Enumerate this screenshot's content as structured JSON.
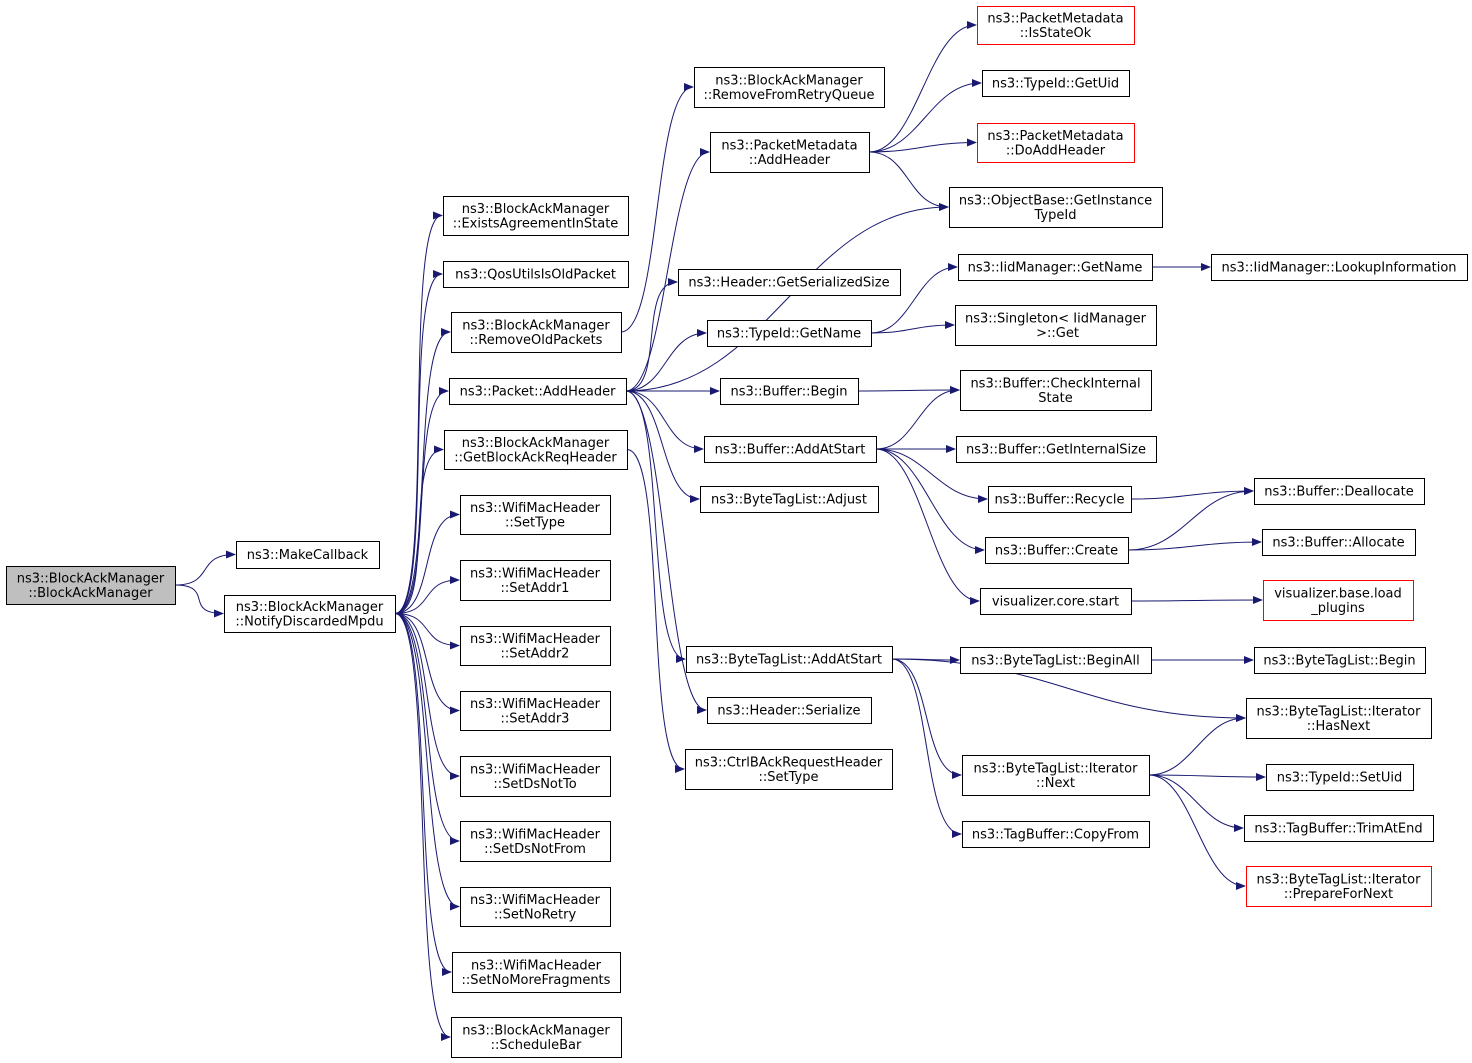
{
  "graph": {
    "nodes": [
      {
        "id": "n0",
        "lines": [
          "ns3::BlockAckManager",
          "::BlockAckManager"
        ],
        "style": "root"
      },
      {
        "id": "n1",
        "lines": [
          "ns3::MakeCallback"
        ],
        "style": "normal"
      },
      {
        "id": "n2",
        "lines": [
          "ns3::BlockAckManager",
          "::NotifyDiscardedMpdu"
        ],
        "style": "normal"
      },
      {
        "id": "n3",
        "lines": [
          "ns3::BlockAckManager",
          "::ExistsAgreementInState"
        ],
        "style": "normal"
      },
      {
        "id": "n4",
        "lines": [
          "ns3::QosUtilsIsOldPacket"
        ],
        "style": "normal"
      },
      {
        "id": "n5",
        "lines": [
          "ns3::BlockAckManager",
          "::RemoveOldPackets"
        ],
        "style": "normal"
      },
      {
        "id": "n6",
        "lines": [
          "ns3::Packet::AddHeader"
        ],
        "style": "normal"
      },
      {
        "id": "n7",
        "lines": [
          "ns3::BlockAckManager",
          "::GetBlockAckReqHeader"
        ],
        "style": "normal"
      },
      {
        "id": "n8",
        "lines": [
          "ns3::WifiMacHeader",
          "::SetType"
        ],
        "style": "normal"
      },
      {
        "id": "n9",
        "lines": [
          "ns3::WifiMacHeader",
          "::SetAddr1"
        ],
        "style": "normal"
      },
      {
        "id": "n10",
        "lines": [
          "ns3::WifiMacHeader",
          "::SetAddr2"
        ],
        "style": "normal"
      },
      {
        "id": "n11",
        "lines": [
          "ns3::WifiMacHeader",
          "::SetAddr3"
        ],
        "style": "normal"
      },
      {
        "id": "n12",
        "lines": [
          "ns3::WifiMacHeader",
          "::SetDsNotTo"
        ],
        "style": "normal"
      },
      {
        "id": "n13",
        "lines": [
          "ns3::WifiMacHeader",
          "::SetDsNotFrom"
        ],
        "style": "normal"
      },
      {
        "id": "n14",
        "lines": [
          "ns3::WifiMacHeader",
          "::SetNoRetry"
        ],
        "style": "normal"
      },
      {
        "id": "n15",
        "lines": [
          "ns3::WifiMacHeader",
          "::SetNoMoreFragments"
        ],
        "style": "normal"
      },
      {
        "id": "n16",
        "lines": [
          "ns3::BlockAckManager",
          "::ScheduleBar"
        ],
        "style": "normal"
      },
      {
        "id": "n17",
        "lines": [
          "ns3::BlockAckManager",
          "::RemoveFromRetryQueue"
        ],
        "style": "normal"
      },
      {
        "id": "n18",
        "lines": [
          "ns3::PacketMetadata",
          "::AddHeader"
        ],
        "style": "normal"
      },
      {
        "id": "n19",
        "lines": [
          "ns3::Header::GetSerializedSize"
        ],
        "style": "normal"
      },
      {
        "id": "n20",
        "lines": [
          "ns3::TypeId::GetName"
        ],
        "style": "normal"
      },
      {
        "id": "n21",
        "lines": [
          "ns3::Buffer::Begin"
        ],
        "style": "normal"
      },
      {
        "id": "n22",
        "lines": [
          "ns3::Buffer::AddAtStart"
        ],
        "style": "normal"
      },
      {
        "id": "n23",
        "lines": [
          "ns3::ByteTagList::Adjust"
        ],
        "style": "normal"
      },
      {
        "id": "n24",
        "lines": [
          "ns3::ByteTagList::AddAtStart"
        ],
        "style": "normal"
      },
      {
        "id": "n25",
        "lines": [
          "ns3::Header::Serialize"
        ],
        "style": "normal"
      },
      {
        "id": "n26",
        "lines": [
          "ns3::CtrlBAckRequestHeader",
          "::SetType"
        ],
        "style": "normal"
      },
      {
        "id": "n27",
        "lines": [
          "ns3::PacketMetadata",
          "::IsStateOk"
        ],
        "style": "red"
      },
      {
        "id": "n28",
        "lines": [
          "ns3::TypeId::GetUid"
        ],
        "style": "normal"
      },
      {
        "id": "n29",
        "lines": [
          "ns3::PacketMetadata",
          "::DoAddHeader"
        ],
        "style": "red"
      },
      {
        "id": "n30",
        "lines": [
          "ns3::ObjectBase::GetInstance",
          "TypeId"
        ],
        "style": "normal"
      },
      {
        "id": "n31",
        "lines": [
          "ns3::IidManager::GetName"
        ],
        "style": "normal"
      },
      {
        "id": "n32",
        "lines": [
          "ns3::IidManager::LookupInformation"
        ],
        "style": "normal"
      },
      {
        "id": "n33",
        "lines": [
          "ns3::Singleton< IidManager",
          " >::Get"
        ],
        "style": "normal"
      },
      {
        "id": "n34",
        "lines": [
          "ns3::Buffer::CheckInternal",
          "State"
        ],
        "style": "normal"
      },
      {
        "id": "n35",
        "lines": [
          "ns3::Buffer::GetInternalSize"
        ],
        "style": "normal"
      },
      {
        "id": "n36",
        "lines": [
          "ns3::Buffer::Recycle"
        ],
        "style": "normal"
      },
      {
        "id": "n37",
        "lines": [
          "ns3::Buffer::Deallocate"
        ],
        "style": "normal"
      },
      {
        "id": "n38",
        "lines": [
          "ns3::Buffer::Create"
        ],
        "style": "normal"
      },
      {
        "id": "n39",
        "lines": [
          "ns3::Buffer::Allocate"
        ],
        "style": "normal"
      },
      {
        "id": "n40",
        "lines": [
          "visualizer.core.start"
        ],
        "style": "normal"
      },
      {
        "id": "n41",
        "lines": [
          "visualizer.base.load",
          "_plugins"
        ],
        "style": "red"
      },
      {
        "id": "n42",
        "lines": [
          "ns3::ByteTagList::BeginAll"
        ],
        "style": "normal"
      },
      {
        "id": "n43",
        "lines": [
          "ns3::ByteTagList::Begin"
        ],
        "style": "normal"
      },
      {
        "id": "n44",
        "lines": [
          "ns3::ByteTagList::Iterator",
          "::HasNext"
        ],
        "style": "normal"
      },
      {
        "id": "n45",
        "lines": [
          "ns3::ByteTagList::Iterator",
          "::Next"
        ],
        "style": "normal"
      },
      {
        "id": "n46",
        "lines": [
          "ns3::TypeId::SetUid"
        ],
        "style": "normal"
      },
      {
        "id": "n47",
        "lines": [
          "ns3::TagBuffer::TrimAtEnd"
        ],
        "style": "normal"
      },
      {
        "id": "n48",
        "lines": [
          "ns3::ByteTagList::Iterator",
          "::PrepareForNext"
        ],
        "style": "red"
      },
      {
        "id": "n49",
        "lines": [
          "ns3::TagBuffer::CopyFrom"
        ],
        "style": "normal"
      }
    ],
    "edges": [
      [
        "n0",
        "n1"
      ],
      [
        "n0",
        "n2"
      ],
      [
        "n2",
        "n3"
      ],
      [
        "n2",
        "n4"
      ],
      [
        "n2",
        "n5"
      ],
      [
        "n2",
        "n6"
      ],
      [
        "n2",
        "n7"
      ],
      [
        "n2",
        "n8"
      ],
      [
        "n2",
        "n9"
      ],
      [
        "n2",
        "n10"
      ],
      [
        "n2",
        "n11"
      ],
      [
        "n2",
        "n12"
      ],
      [
        "n2",
        "n13"
      ],
      [
        "n2",
        "n14"
      ],
      [
        "n2",
        "n15"
      ],
      [
        "n2",
        "n16"
      ],
      [
        "n5",
        "n17"
      ],
      [
        "n6",
        "n18"
      ],
      [
        "n6",
        "n30"
      ],
      [
        "n6",
        "n19"
      ],
      [
        "n6",
        "n20"
      ],
      [
        "n6",
        "n21"
      ],
      [
        "n6",
        "n22"
      ],
      [
        "n6",
        "n23"
      ],
      [
        "n6",
        "n24"
      ],
      [
        "n6",
        "n25"
      ],
      [
        "n7",
        "n26"
      ],
      [
        "n18",
        "n27"
      ],
      [
        "n18",
        "n28"
      ],
      [
        "n18",
        "n29"
      ],
      [
        "n18",
        "n30"
      ],
      [
        "n20",
        "n31"
      ],
      [
        "n20",
        "n33"
      ],
      [
        "n31",
        "n32"
      ],
      [
        "n21",
        "n34"
      ],
      [
        "n22",
        "n34"
      ],
      [
        "n22",
        "n35"
      ],
      [
        "n22",
        "n36"
      ],
      [
        "n22",
        "n38"
      ],
      [
        "n22",
        "n40"
      ],
      [
        "n36",
        "n37"
      ],
      [
        "n38",
        "n37"
      ],
      [
        "n38",
        "n39"
      ],
      [
        "n40",
        "n41"
      ],
      [
        "n24",
        "n42"
      ],
      [
        "n24",
        "n44"
      ],
      [
        "n24",
        "n45"
      ],
      [
        "n24",
        "n49"
      ],
      [
        "n42",
        "n43"
      ],
      [
        "n45",
        "n44"
      ],
      [
        "n45",
        "n46"
      ],
      [
        "n45",
        "n47"
      ],
      [
        "n45",
        "n48"
      ]
    ]
  }
}
